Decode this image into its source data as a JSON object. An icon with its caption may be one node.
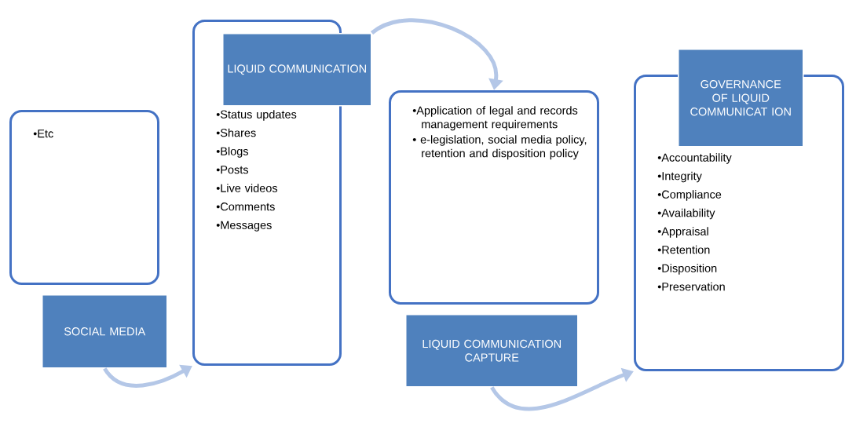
{
  "diagram": {
    "nodes": [
      {
        "text": [
          "•Etc"
        ]
      },
      {
        "text": [
          "SOCIAL MEDIA"
        ]
      },
      {
        "text": [
          "•Status updates",
          "•Shares",
          "•Blogs",
          "•Posts",
          "•Live videos",
          "•Comments",
          "•Messages"
        ]
      },
      {
        "text": [
          "LIQUID COMMUNICATION"
        ]
      },
      {
        "text": [
          "•Application of legal and records management requirements",
          "• e-legislation, social media policy, retention and disposition policy"
        ]
      },
      {
        "text": [
          "LIQUID COMMUNICATION CAPTURE"
        ]
      },
      {
        "text": [
          "•Accountability",
          "•Integrity",
          "•Compliance",
          "•Availability",
          "•Appraisal",
          "•Retention",
          "•Disposition",
          "•Preservation"
        ]
      },
      {
        "text": [
          "GOVERNANCE OF LIQUID COMMUNICAT ION"
        ]
      }
    ],
    "edges": [
      {
        "from": 1,
        "to": 2,
        "arrow": "to"
      },
      {
        "from": 3,
        "to": 4,
        "arrow": "to"
      },
      {
        "from": 5,
        "to": 6,
        "arrow": "to"
      }
    ]
  }
}
